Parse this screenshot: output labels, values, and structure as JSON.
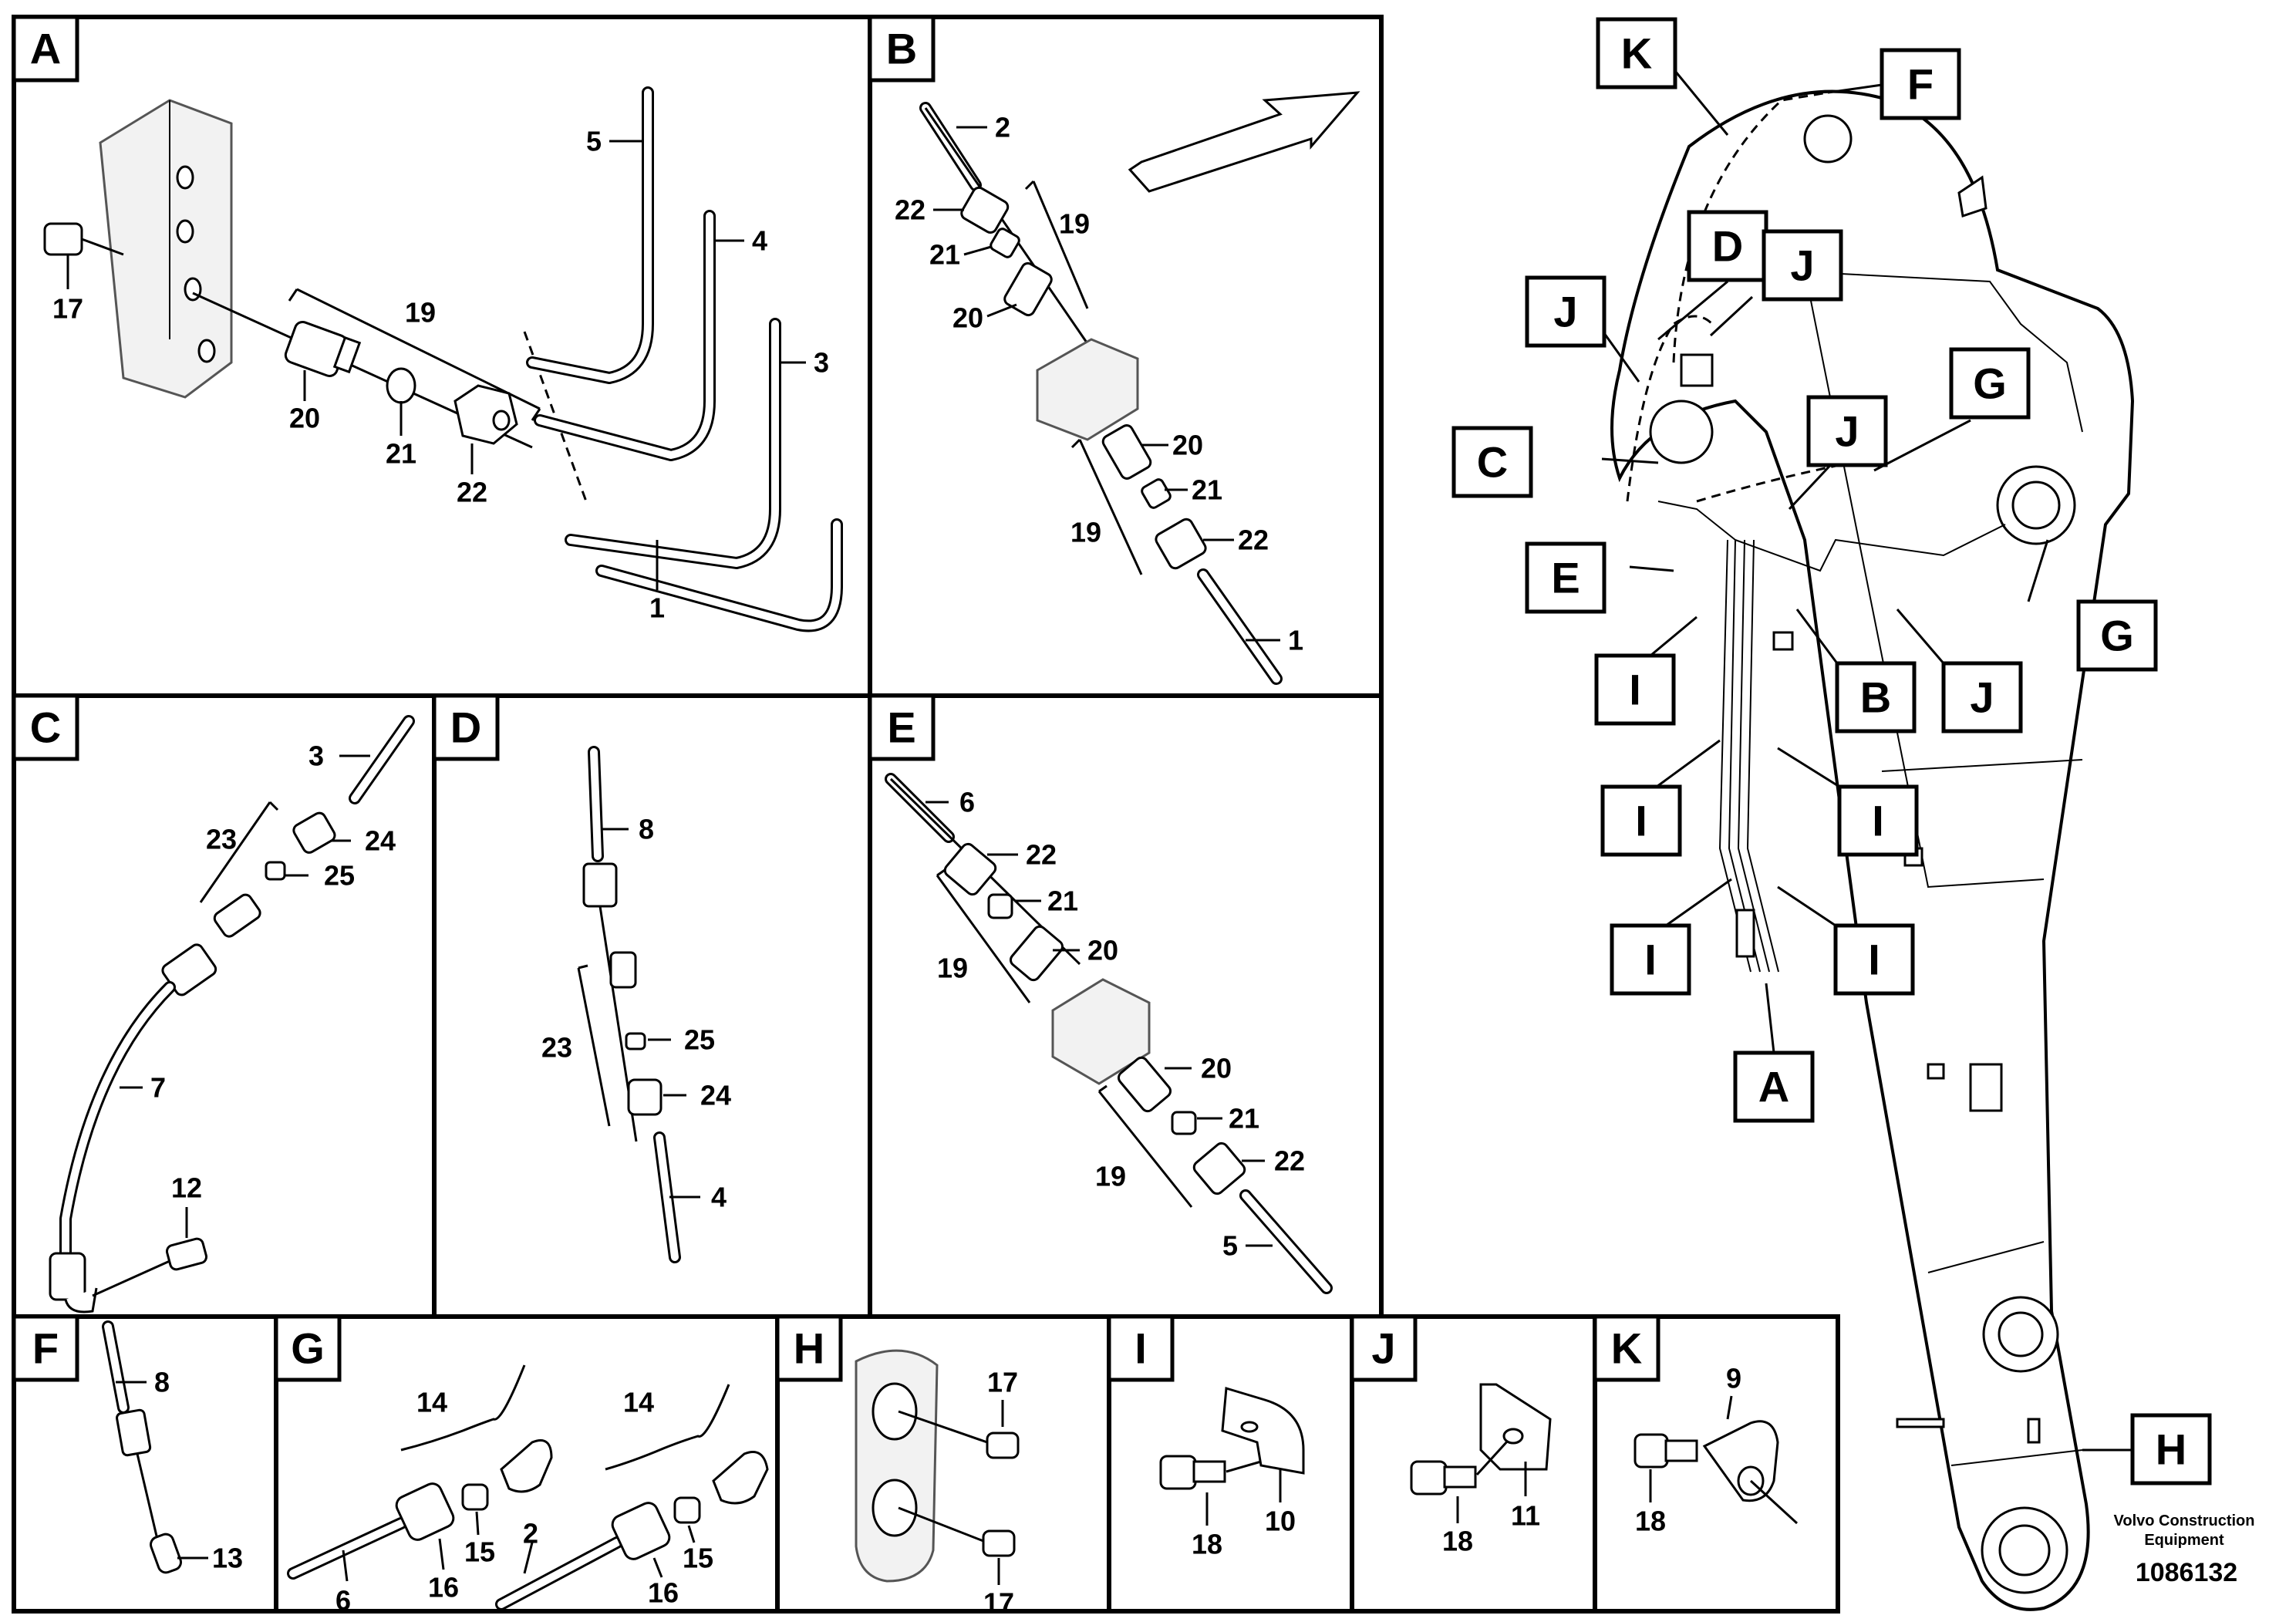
{
  "panels": {
    "A": {
      "label": "A",
      "parts": [
        "1",
        "3",
        "4",
        "5",
        "17",
        "19",
        "20",
        "21",
        "22"
      ]
    },
    "B": {
      "label": "B",
      "parts": [
        "1",
        "2",
        "19",
        "20",
        "21",
        "22"
      ]
    },
    "C": {
      "label": "C",
      "parts": [
        "3",
        "7",
        "12",
        "23",
        "24",
        "25"
      ]
    },
    "D": {
      "label": "D",
      "parts": [
        "4",
        "8",
        "23",
        "24",
        "25"
      ]
    },
    "E": {
      "label": "E",
      "parts": [
        "5",
        "6",
        "19",
        "20",
        "21",
        "22"
      ]
    },
    "F": {
      "label": "F",
      "parts": [
        "8",
        "13"
      ]
    },
    "G": {
      "label": "G",
      "parts": [
        "2",
        "6",
        "14",
        "15",
        "16"
      ]
    },
    "H": {
      "label": "H",
      "parts": [
        "17"
      ]
    },
    "I": {
      "label": "I",
      "parts": [
        "10",
        "18"
      ]
    },
    "J": {
      "label": "J",
      "parts": [
        "11",
        "18"
      ]
    },
    "K": {
      "label": "K",
      "parts": [
        "9",
        "18"
      ]
    }
  },
  "overview_labels": [
    "K",
    "F",
    "D",
    "J",
    "J",
    "C",
    "J",
    "G",
    "E",
    "B",
    "J",
    "G",
    "I",
    "I",
    "I",
    "I",
    "I",
    "A",
    "H"
  ],
  "maker": {
    "line1": "Volvo Construction",
    "line2": "Equipment"
  },
  "document_number": "1086132"
}
